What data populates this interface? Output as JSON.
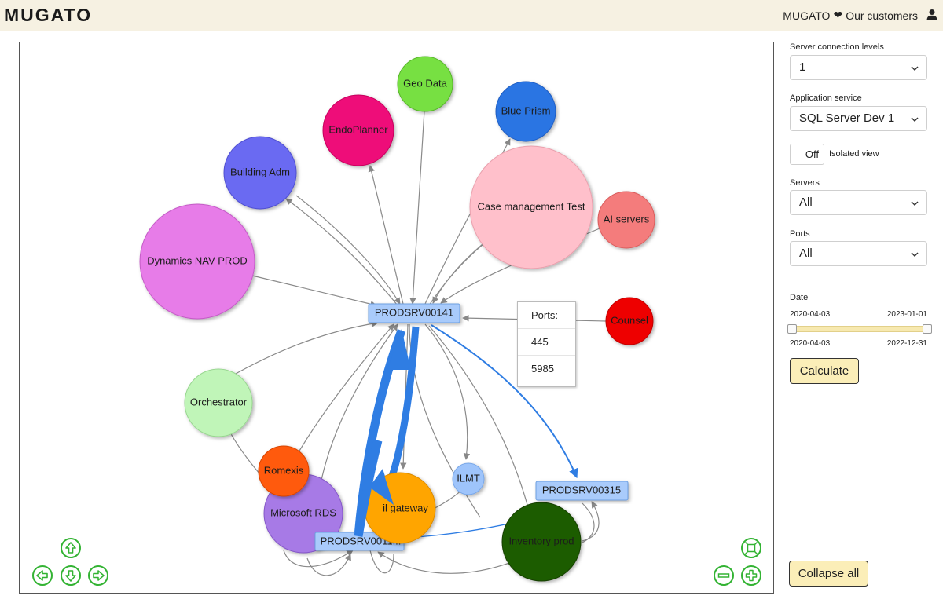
{
  "header": {
    "logo": "MUGATO",
    "brand": "MUGATO",
    "customers_label": "Our customers"
  },
  "graph": {
    "nodes": [
      {
        "id": "geo",
        "label": "Geo Data",
        "color": "#77e043"
      },
      {
        "id": "endo",
        "label": "EndoPlanner",
        "color": "#ee0a79"
      },
      {
        "id": "blue",
        "label": "Blue Prism",
        "color": "#2c74e3"
      },
      {
        "id": "building",
        "label": "Building Adm",
        "color": "#6a6af2"
      },
      {
        "id": "case",
        "label": "Case management Test",
        "color": "#ffc0cb"
      },
      {
        "id": "ai",
        "label": "AI servers",
        "color": "#f47b7b"
      },
      {
        "id": "nav",
        "label": "Dynamics NAV PROD",
        "color": "#e77be8"
      },
      {
        "id": "counsel",
        "label": "Counsel",
        "color": "#ee0000"
      },
      {
        "id": "orch",
        "label": "Orchestrator",
        "color": "#c0f5b8"
      },
      {
        "id": "romexis",
        "label": "Romexis",
        "color": "#ff5a0d"
      },
      {
        "id": "rds",
        "label": "Microsoft RDS",
        "color": "#a77ae6"
      },
      {
        "id": "gateway",
        "label": "il gateway",
        "color": "#ffa500"
      },
      {
        "id": "ilmt",
        "label": "ILMT",
        "color": "#9ec4fb"
      },
      {
        "id": "inventory",
        "label": "Inventory prod",
        "color": "#1e5b00"
      }
    ],
    "servers": [
      {
        "id": "s141",
        "label": "PRODSRV00141"
      },
      {
        "id": "s315",
        "label": "PRODSRV00315"
      },
      {
        "id": "s011",
        "label": "PRODSRV0011..."
      }
    ],
    "ports_popup": {
      "title": "Ports:",
      "values": [
        "445",
        "5985"
      ]
    }
  },
  "panel": {
    "connection_levels_label": "Server connection levels",
    "connection_levels_value": "1",
    "app_service_label": "Application service",
    "app_service_value": "SQL Server Dev 1",
    "isolated_toggle": "Off",
    "isolated_label": "Isolated view",
    "servers_label": "Servers",
    "servers_value": "All",
    "ports_label": "Ports",
    "ports_value": "All",
    "date_label": "Date",
    "date_min": "2020-04-03",
    "date_max": "2023-01-01",
    "date_from": "2020-04-03",
    "date_to": "2022-12-31",
    "calculate_label": "Calculate",
    "collapse_label": "Collapse all"
  },
  "colors": {
    "accent": "#fbeeb8",
    "nav_green": "#33b333",
    "edge_blue": "#2f7de3",
    "server_box": "#a9cbfb"
  }
}
